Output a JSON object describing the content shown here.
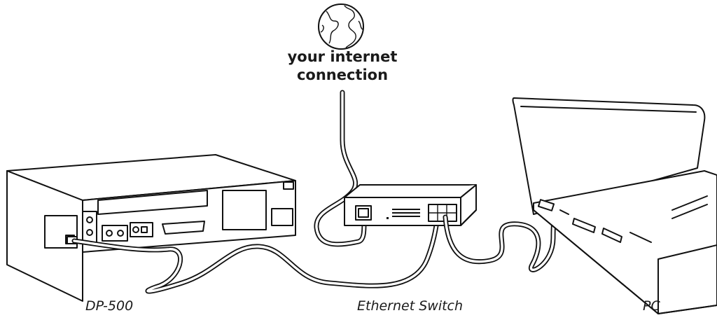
{
  "internet": {
    "line1": "your internet",
    "line2": "connection",
    "icon": "globe-icon"
  },
  "devices": {
    "player": {
      "label": "DP-500"
    },
    "switch": {
      "label": "Ethernet Switch"
    },
    "pc": {
      "label": "PC"
    }
  }
}
